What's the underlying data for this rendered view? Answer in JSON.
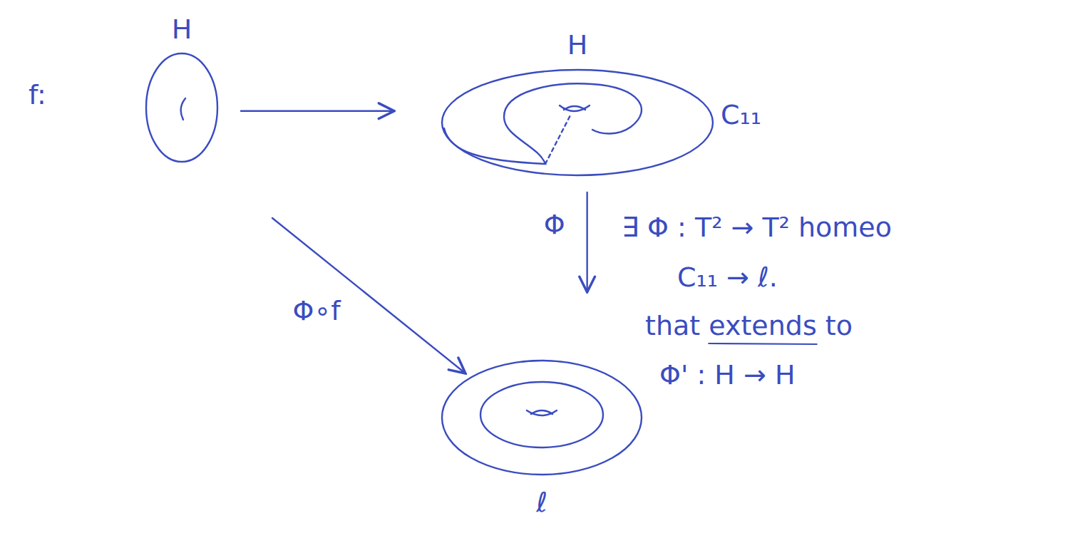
{
  "diagram": {
    "nodes": [
      {
        "text": [
          "H"
        ]
      },
      {
        "text": [
          "H",
          "C₁₁"
        ]
      },
      {
        "text": [
          "ℓ"
        ]
      }
    ],
    "edges": [
      {
        "from": 0,
        "to": 1,
        "arrow": "to"
      },
      {
        "from": 1,
        "to": 2,
        "label": "Φ",
        "arrow": "to"
      },
      {
        "from": 0,
        "to": 2,
        "label": "Φ∘f",
        "arrow": "to"
      }
    ],
    "labels": [
      "f:",
      "∃ Φ : T² → T² homeo",
      "C₁₁ → ℓ.",
      "that extends to",
      "Φ' : H → H"
    ]
  }
}
